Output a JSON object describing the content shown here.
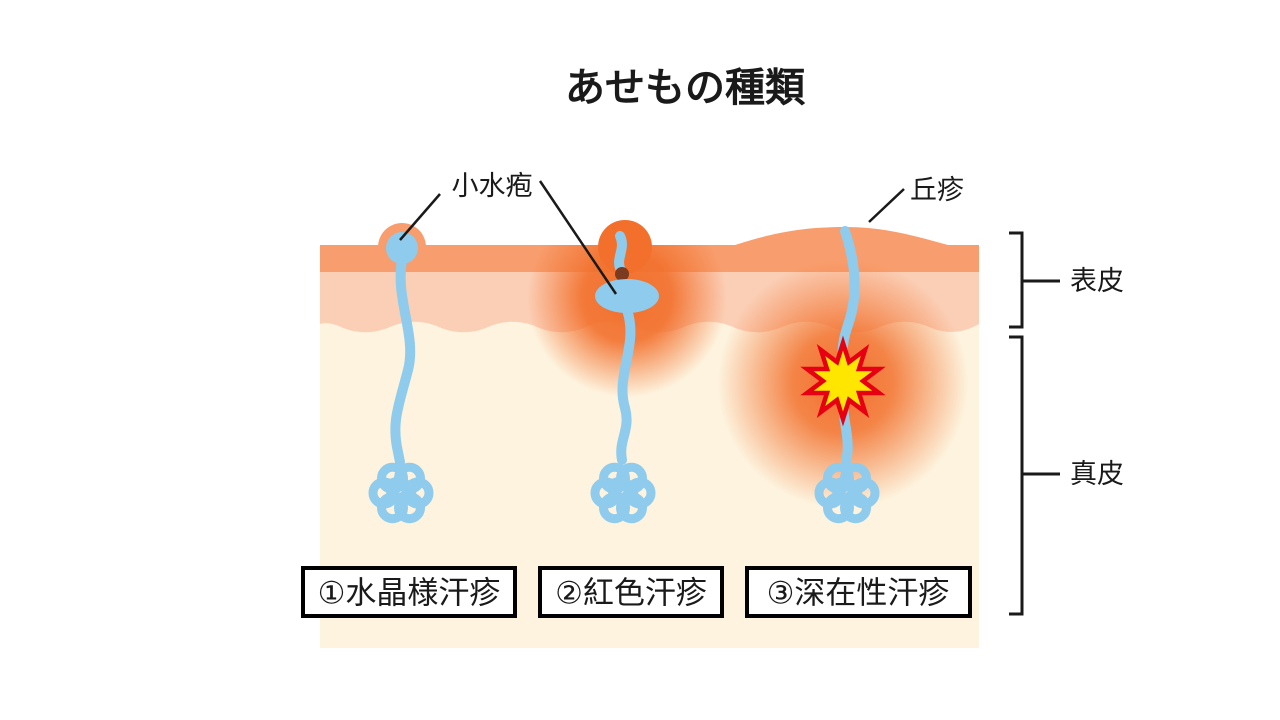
{
  "title": "あせもの種類",
  "callouts": {
    "blister": "小水疱",
    "papule": "丘疹"
  },
  "layers": {
    "epidermis": "表皮",
    "dermis": "真皮"
  },
  "types": [
    {
      "label": "①水晶様汗疹"
    },
    {
      "label": "②紅色汗疹"
    },
    {
      "label": "③深在性汗疹"
    }
  ],
  "colors": {
    "skin_surface": "#F89E6E",
    "epidermis_pink": "#FBCFB6",
    "dermis_cream": "#FDF3DE",
    "inflammation": "#F2702C",
    "duct_blue": "#8FCBEC",
    "plug_brown": "#7A3B20",
    "flare_yellow": "#FFE600",
    "flare_red": "#E60012",
    "line_black": "#1A1A1A"
  }
}
